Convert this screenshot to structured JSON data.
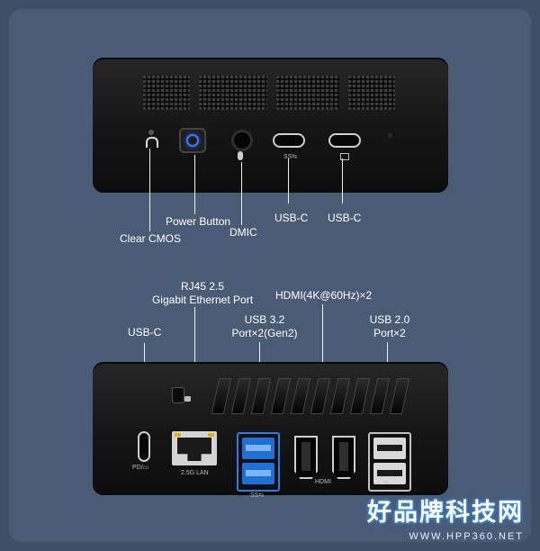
{
  "front_panel": {
    "labels": {
      "clear_cmos": "Clear CMOS",
      "power_button": "Power Button",
      "dmic": "DMIC",
      "usb_c_1": "USB-C",
      "usb_c_2": "USB-C"
    }
  },
  "rear_panel": {
    "labels": {
      "usb_c": "USB-C",
      "rj45_line1": "RJ45 2.5",
      "rj45_line2": "Gigabit Ethernet Port",
      "usb32_line1": "USB 3.2",
      "usb32_line2": "Port×2(Gen2)",
      "hdmi": "HDMI(4K@60Hz)×2",
      "usb20_line1": "USB 2.0",
      "usb20_line2": "Port×2"
    },
    "port_marks": {
      "lan": "2.5G LAN",
      "hdmi": "HDMI"
    }
  },
  "watermark": {
    "title": "好品牌科技网",
    "url": "WWW.HPP360.NET"
  },
  "colors": {
    "background": "#3f4f67",
    "device": "#151515",
    "usb3_blue": "#1f6fd9",
    "power_button_blue": "#2a6df0"
  }
}
